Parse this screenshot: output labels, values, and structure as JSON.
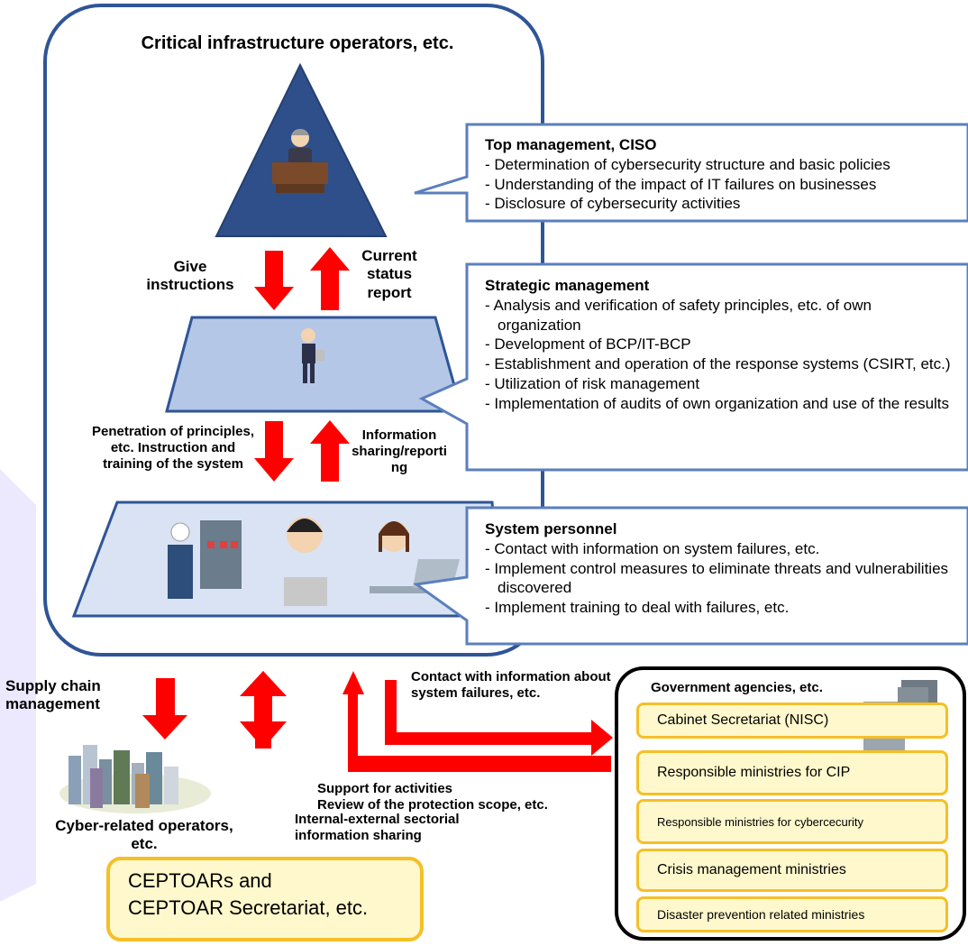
{
  "title": "Critical infrastructure operators, etc.",
  "levels": {
    "top": {
      "heading": "Top management, CISO",
      "items": [
        "Determination of cybersecurity structure and basic policies",
        "Understanding of the impact of IT failures on businesses",
        "Disclosure of cybersecurity activities"
      ]
    },
    "strategic": {
      "heading": "Strategic management",
      "items": [
        "Analysis and verification of safety principles, etc. of own organization",
        "Development of BCP/IT-BCP",
        "Establishment and operation of the response systems (CSIRT, etc.)",
        "Utilization of risk management",
        "Implementation of audits of own organization and use of the results"
      ]
    },
    "system": {
      "heading": "System personnel",
      "items": [
        "Contact with information on system failures, etc.",
        "Implement control measures to eliminate threats and vulnerabilities discovered",
        "Implement training to deal with failures, etc."
      ]
    }
  },
  "arrows": {
    "give_instructions": "Give instructions",
    "current_status_report": "Current status report",
    "penetration": "Penetration of principles, etc. Instruction and training of the system",
    "info_sharing": "Information sharing/reporti ng",
    "supply_chain": "Supply chain management",
    "contact_failures": "Contact with information about system failures, etc.",
    "support_activities_line1": "Support for activities",
    "support_activities_line2": "Review of the protection scope, etc.",
    "internal_external_line1": "Internal-external sectorial",
    "internal_external_line2": "information sharing"
  },
  "cyber_operators": "Cyber-related operators, etc.",
  "ceptoar": {
    "line1": "CEPTOARs and",
    "line2": "CEPTOAR Secretariat, etc."
  },
  "government": {
    "title": "Government agencies, etc.",
    "boxes": [
      "Cabinet Secretariat (NISC)",
      "Responsible ministries for CIP",
      "Responsible ministries for cybercecurity",
      "Crisis management ministries",
      "Disaster prevention related ministries"
    ]
  },
  "colors": {
    "frame": "#2f5597",
    "triangle": "#2e4f8a",
    "level_fill": "#b4c7e7",
    "arrow": "#ff0000",
    "gov_box_border": "#f5bf27",
    "gov_box_fill": "#fff8cc"
  }
}
